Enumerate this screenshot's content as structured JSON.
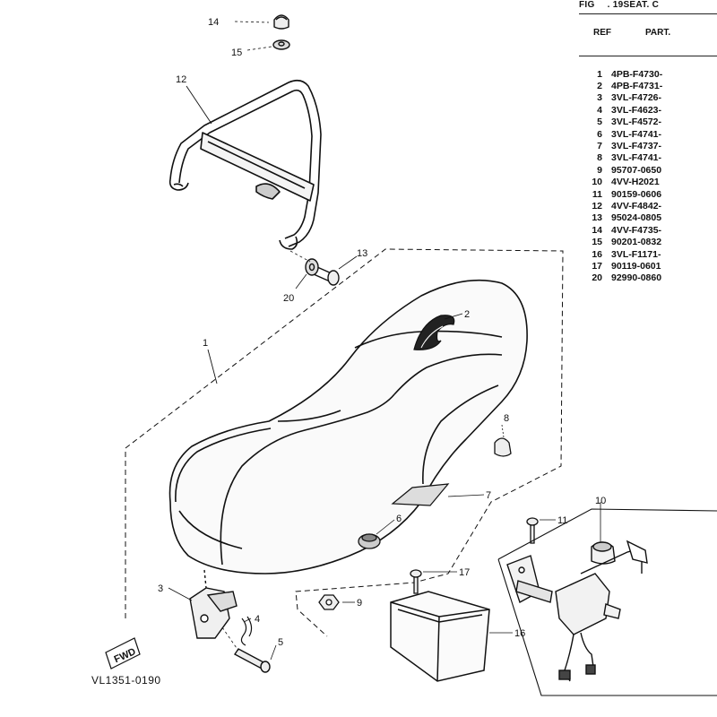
{
  "header": {
    "fig_label": "FIG",
    "fig_title": ". 19SEAT. C",
    "ref_col": "REF",
    "part_col": "PART."
  },
  "parts": [
    {
      "ref": "1",
      "part_no": "4PB-F4730-"
    },
    {
      "ref": "2",
      "part_no": "4PB-F4731-"
    },
    {
      "ref": "3",
      "part_no": "3VL-F4726-"
    },
    {
      "ref": "4",
      "part_no": "3VL-F4623-"
    },
    {
      "ref": "5",
      "part_no": "3VL-F4572-"
    },
    {
      "ref": "6",
      "part_no": "3VL-F4741-"
    },
    {
      "ref": "7",
      "part_no": "3VL-F4737-"
    },
    {
      "ref": "8",
      "part_no": "3VL-F4741-"
    },
    {
      "ref": "9",
      "part_no": "95707-0650"
    },
    {
      "ref": "10",
      "part_no": "4VV-H2021"
    },
    {
      "ref": "11",
      "part_no": "90159-0606"
    },
    {
      "ref": "12",
      "part_no": "4VV-F4842-"
    },
    {
      "ref": "13",
      "part_no": "95024-0805"
    },
    {
      "ref": "14",
      "part_no": "4VV-F4735-"
    },
    {
      "ref": "15",
      "part_no": "90201-0832"
    },
    {
      "ref": "16",
      "part_no": "3VL-F1171-"
    },
    {
      "ref": "17",
      "part_no": "90119-0601"
    },
    {
      "ref": "20",
      "part_no": "92990-0860"
    }
  ],
  "callouts": {
    "c1": "1",
    "c2": "2",
    "c3": "3",
    "c4": "4",
    "c5": "5",
    "c6": "6",
    "c7": "7",
    "c8": "8",
    "c9": "9",
    "c10": "10",
    "c11": "11",
    "c12": "12",
    "c13": "13",
    "c14": "14",
    "c15": "15",
    "c16": "16",
    "c17": "17",
    "c20": "20"
  },
  "fwd_label": "FWD",
  "drawing_code": "VL1351-0190"
}
